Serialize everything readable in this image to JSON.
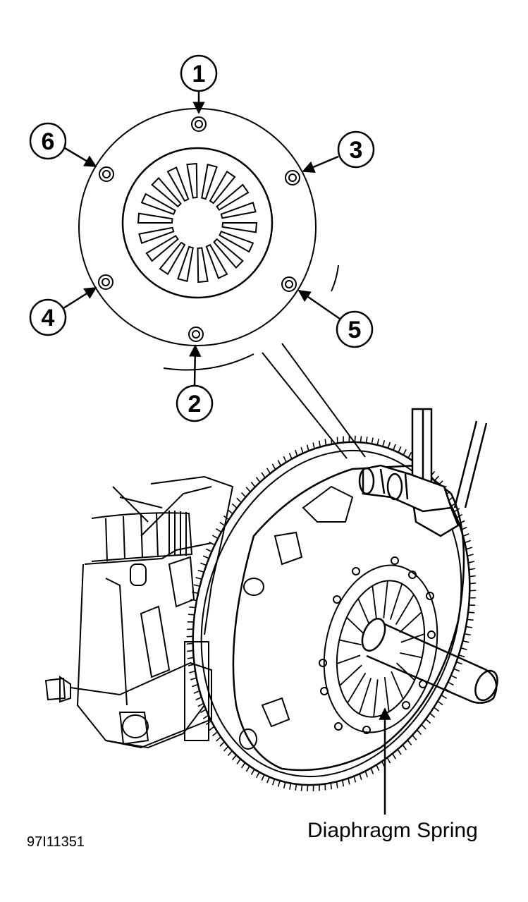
{
  "figure_id": "97I11351",
  "callouts": [
    {
      "id": "1",
      "label": "1"
    },
    {
      "id": "2",
      "label": "2"
    },
    {
      "id": "3",
      "label": "3"
    },
    {
      "id": "4",
      "label": "4"
    },
    {
      "id": "5",
      "label": "5"
    },
    {
      "id": "6",
      "label": "6"
    }
  ],
  "labels": {
    "diaphragm_spring": "Diaphragm Spring"
  },
  "colors": {
    "ink": "#000000",
    "paper": "#ffffff"
  }
}
